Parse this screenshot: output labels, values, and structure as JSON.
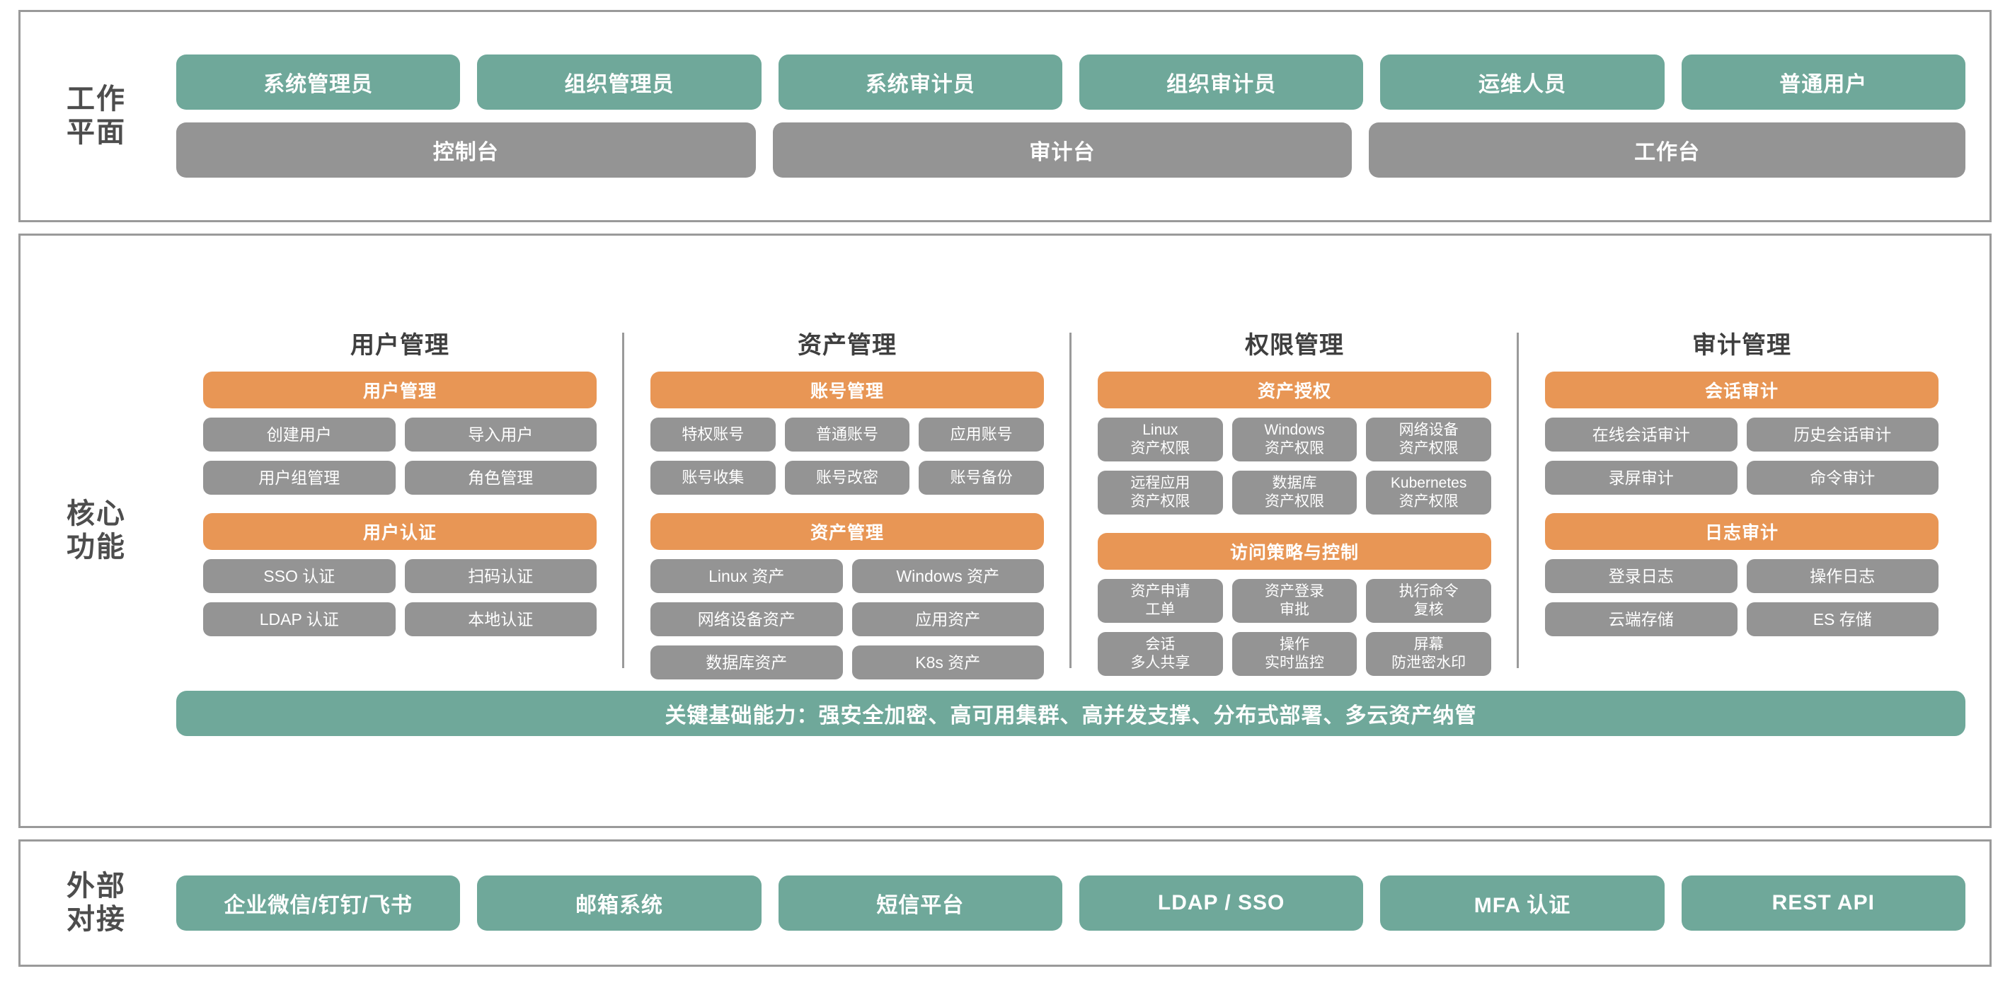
{
  "work_plane": {
    "label": "工作\n平面",
    "roles": [
      "系统管理员",
      "组织管理员",
      "系统审计员",
      "组织审计员",
      "运维人员",
      "普通用户"
    ],
    "consoles": [
      "控制台",
      "审计台",
      "工作台"
    ]
  },
  "core": {
    "label": "核心\n功能",
    "columns": [
      {
        "title": "用户管理",
        "groups": [
          {
            "head": "用户管理",
            "cols": 2,
            "items": [
              "创建用户",
              "导入用户",
              "用户组管理",
              "角色管理"
            ]
          },
          {
            "head": "用户认证",
            "cols": 2,
            "items": [
              "SSO 认证",
              "扫码认证",
              "LDAP 认证",
              "本地认证"
            ]
          }
        ]
      },
      {
        "title": "资产管理",
        "groups": [
          {
            "head": "账号管理",
            "cols": 3,
            "items": [
              "特权账号",
              "普通账号",
              "应用账号",
              "账号收集",
              "账号改密",
              "账号备份"
            ]
          },
          {
            "head": "资产管理",
            "cols": 2,
            "items": [
              "Linux 资产",
              "Windows 资产",
              "网络设备资产",
              "应用资产",
              "数据库资产",
              "K8s 资产"
            ]
          }
        ]
      },
      {
        "title": "权限管理",
        "groups": [
          {
            "head": "资产授权",
            "cols": 3,
            "twoline": true,
            "items": [
              "Linux\n资产权限",
              "Windows\n资产权限",
              "网络设备\n资产权限",
              "远程应用\n资产权限",
              "数据库\n资产权限",
              "Kubernetes\n资产权限"
            ]
          },
          {
            "head": "访问策略与控制",
            "cols": 3,
            "twoline": true,
            "items": [
              "资产申请\n工单",
              "资产登录\n审批",
              "执行命令\n复核",
              "会话\n多人共享",
              "操作\n实时监控",
              "屏幕\n防泄密水印"
            ]
          }
        ]
      },
      {
        "title": "审计管理",
        "groups": [
          {
            "head": "会话审计",
            "cols": 2,
            "items": [
              "在线会话审计",
              "历史会话审计",
              "录屏审计",
              "命令审计"
            ]
          },
          {
            "head": "日志审计",
            "cols": 2,
            "items": [
              "登录日志",
              "操作日志",
              "云端存储",
              "ES 存储"
            ]
          }
        ]
      }
    ],
    "foundation": "关键基础能力：强安全加密、高可用集群、高并发支撑、分布式部署、多云资产纳管"
  },
  "external": {
    "label": "外部\n对接",
    "items": [
      "企业微信/钉钉/飞书",
      "邮箱系统",
      "短信平台",
      "LDAP / SSO",
      "MFA 认证",
      "REST API"
    ]
  },
  "colors": {
    "green": "#6fa89a",
    "orange": "#e89655",
    "gray": "#949494",
    "border": "#9a9a9a",
    "title_text": "#3f3f3f"
  }
}
